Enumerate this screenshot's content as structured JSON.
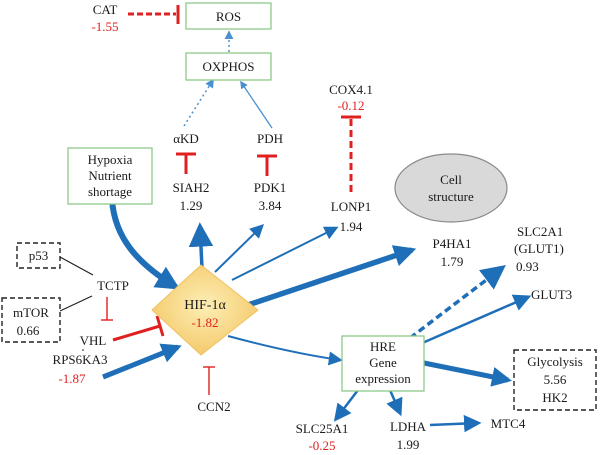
{
  "nodes": {
    "ros": "ROS",
    "oxphos": "OXPHOS",
    "cat": {
      "name": "CAT",
      "value": "-1.55"
    },
    "akd": "αKD",
    "pdh": "PDH",
    "siah2": {
      "name": "SIAH2",
      "value": "1.29"
    },
    "pdk1": {
      "name": "PDK1",
      "value": "3.84"
    },
    "cox41": {
      "name": "COX4.1",
      "value": "-0.12"
    },
    "lonp1": {
      "name": "LONP1",
      "value": "1.94"
    },
    "cell_structure": [
      "Cell",
      "structure"
    ],
    "hypoxia": [
      "Hypoxia",
      "Nutrient",
      "shortage"
    ],
    "p53": "p53",
    "tctp": "TCTP",
    "mtor": {
      "name": "mTOR",
      "value": "0.66"
    },
    "vhl": "VHL",
    "rps6ka3": {
      "name": "RPS6KA3",
      "value": "-1.87"
    },
    "hif1a": {
      "name": "HIF-1α",
      "value": "-1.82"
    },
    "ccn2": "CCN2",
    "p4ha1": {
      "name": "P4HA1",
      "value": "1.79"
    },
    "slc2a1": {
      "name": "SLC2A1",
      "alias": "(GLUT1)",
      "value": "0.93"
    },
    "glut3": "GLUT3",
    "hre": [
      "HRE",
      "Gene",
      "expression"
    ],
    "glycolysis": {
      "name": "Glycolysis",
      "value": "5.56",
      "gene": "HK2"
    },
    "slc25a1": {
      "name": "SLC25A1",
      "value": "-0.25"
    },
    "ldha": {
      "name": "LDHA",
      "value": "1.99"
    },
    "mtc4": "MTC4"
  },
  "colors": {
    "activation": "#1f6fb8",
    "inhibition": "#e02020",
    "box_border": "#8fc98a",
    "hif_fill": "#f6d27a"
  }
}
